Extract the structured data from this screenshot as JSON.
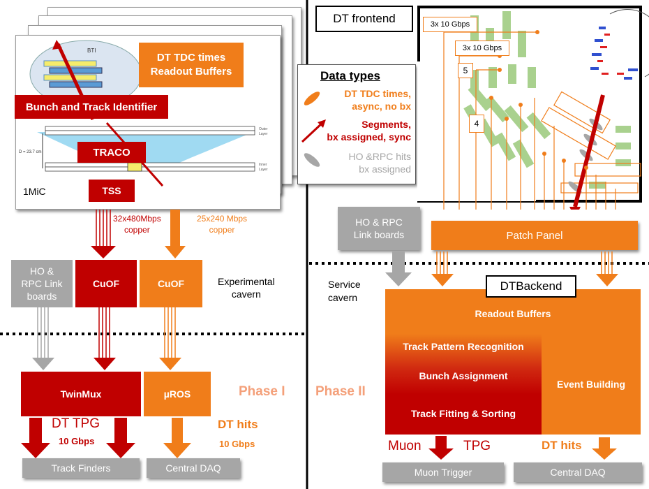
{
  "left": {
    "card": {
      "btm_label": "DT TDC times\nReadout Buffers",
      "bti_label": "Bunch and Track Identifier",
      "traco_label": "TRACO",
      "tss_label": "TSS",
      "mic_label": "1MiC",
      "bti_text": "BTI",
      "d_label": "D = 23.7 cm",
      "outer_layer": "Outer\nLayer",
      "inner_layer": "Inner\nLayer"
    },
    "link_red": "32x480Mbps\ncopper",
    "link_orange": "25x240 Mbps\ncopper",
    "ho_rpc": "HO &\nRPC Link\nboards",
    "cuof_red": "CuOF",
    "cuof_orange": "CuOF",
    "experimental_cavern": "Experimental\ncavern",
    "twinmux": "TwinMux",
    "uros": "µROS",
    "phase1": "Phase I",
    "dt_tpg": "DT TPG",
    "dt_tpg_rate": "10 Gbps",
    "dt_hits": "DT hits",
    "dt_hits_rate": "10 Gbps",
    "track_finders": "Track Finders",
    "central_daq": "Central DAQ"
  },
  "legend": {
    "title": "Data types",
    "orange_text": "DT TDC times,\nasync, no bx",
    "red_text": "Segments,\nbx assigned, sync",
    "grey_text": "HO &RPC hits\nbx assigned"
  },
  "right": {
    "frontend_title": "DT frontend",
    "label_a": "3x 10 Gbps",
    "label_b": "3x 10 Gbps",
    "label_5": "5",
    "label_4": "4",
    "ho_rpc": "HO & RPC\nLink boards",
    "patch_panel": "Patch Panel",
    "service_cavern": "Service\ncavern",
    "backend_title": "DTBackend",
    "readout_buffers": "Readout Buffers",
    "track_pattern": "Track Pattern Recognition",
    "bunch_assignment": "Bunch Assignment",
    "track_fitting": "Track Fitting & Sorting",
    "event_building": "Event Building",
    "phase2": "Phase II",
    "muon": "Muon",
    "tpg": "TPG",
    "dt_hits": "DT hits",
    "muon_trigger": "Muon Trigger",
    "central_daq": "Central DAQ"
  },
  "colors": {
    "orange": "#f07d1a",
    "red": "#c00000",
    "grey": "#a6a6a6",
    "green": "#a9d18e",
    "phase_text": "#f4a07a"
  }
}
